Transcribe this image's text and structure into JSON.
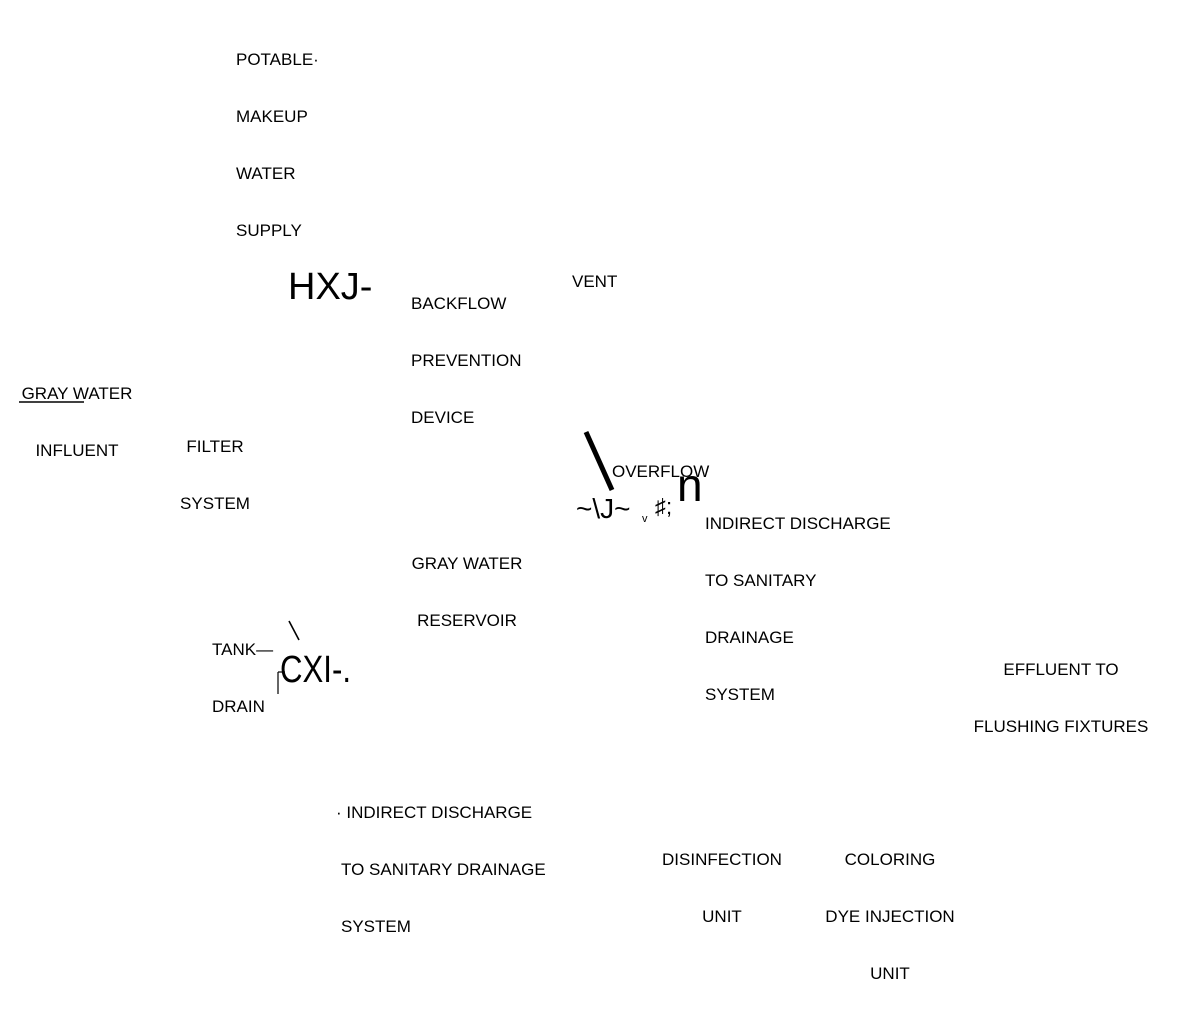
{
  "labels": {
    "potable_makeup": [
      "POTABLE·",
      "MAKEUP",
      "WATER",
      "SUPPLY"
    ],
    "vent": [
      "VENT"
    ],
    "backflow": [
      "BACKFLOW",
      "PREVENTION",
      "DEVICE"
    ],
    "gray_water_influent": [
      "GRAY WATER",
      "INFLUENT"
    ],
    "filter_system": [
      "FILTER",
      "SYSTEM"
    ],
    "overflow": [
      "OVERFLOW"
    ],
    "indirect_discharge_upper": [
      "INDIRECT DISCHARGE",
      "TO SANITARY",
      "DRAINAGE",
      "SYSTEM"
    ],
    "gray_water_reservoir": [
      "GRAY WATER",
      "RESERVOIR"
    ],
    "tank_drain": [
      "TANK—",
      "DRAIN"
    ],
    "effluent": [
      "EFFLUENT TO",
      "FLUSHING FIXTURES"
    ],
    "indirect_discharge_lower": [
      "· INDIRECT DISCHARGE",
      "TO SANITARY DRAINAGE",
      "SYSTEM"
    ],
    "disinfection_unit": [
      "DISINFECTION",
      "UNIT"
    ],
    "coloring_dye": [
      "COLORING",
      "DYE INJECTION",
      "UNIT"
    ]
  },
  "glyphs": {
    "valve_top": "HXJ-",
    "valve_bottom": "CXI-.",
    "overflow_mark": "~\\J~",
    "overflow_sub": "v",
    "overflow_hash": "♯;",
    "overflow_n": "n"
  }
}
